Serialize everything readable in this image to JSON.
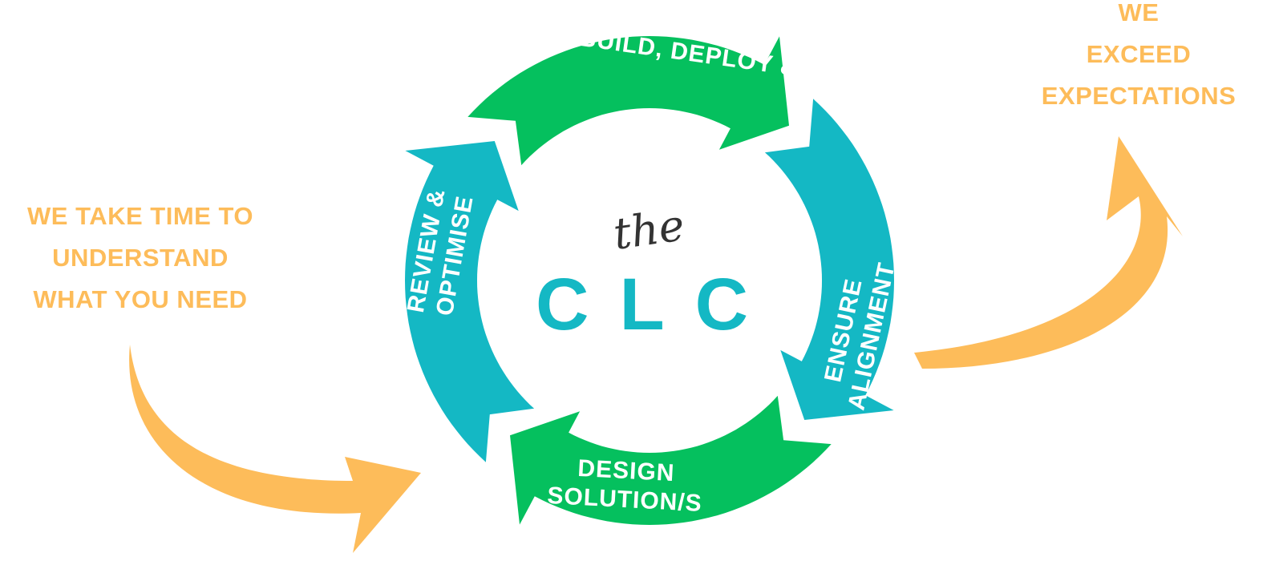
{
  "logo": {
    "prefix": "the",
    "name": "CLC"
  },
  "cycle": [
    {
      "label": "BUILD, DEPLOY & SUPPORT",
      "color": "#05c05e"
    },
    {
      "label": "ENSURE ALIGNMENT",
      "color": "#14b8c4"
    },
    {
      "label": "DESIGN SOLUTION/S",
      "color": "#05c05e"
    },
    {
      "label": "REVIEW & OPTIMISE",
      "color": "#14b8c4"
    }
  ],
  "left_text": [
    "WE TAKE TIME TO",
    "UNDERSTAND",
    "WHAT YOU NEED"
  ],
  "right_text": [
    "WE",
    "EXCEED",
    "EXPECTATIONS"
  ],
  "accent_color": "#fdbc5a"
}
